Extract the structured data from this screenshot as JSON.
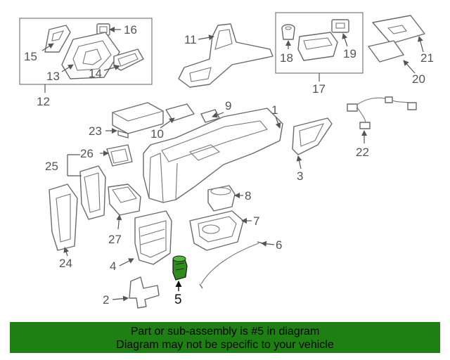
{
  "callouts": {
    "c1": "1",
    "c2": "2",
    "c3": "3",
    "c4": "4",
    "c5": "5",
    "c6": "6",
    "c7": "7",
    "c8": "8",
    "c9": "9",
    "c10": "10",
    "c11": "11",
    "c12": "12",
    "c13": "13",
    "c14": "14",
    "c15": "15",
    "c16": "16",
    "c17": "17",
    "c18": "18",
    "c19": "19",
    "c20": "20",
    "c21": "21",
    "c22": "22",
    "c23": "23",
    "c24": "24",
    "c25": "25",
    "c26": "26",
    "c27": "27"
  },
  "highlight_part": "5",
  "colors": {
    "highlight_part": "#2e8b1e",
    "banner_background": "#1e7f12",
    "line_art": "#6a6a6a"
  },
  "banner": {
    "line1": "Part or sub-assembly is #5 in diagram",
    "line2": "Diagram may not be specific to your vehicle"
  }
}
